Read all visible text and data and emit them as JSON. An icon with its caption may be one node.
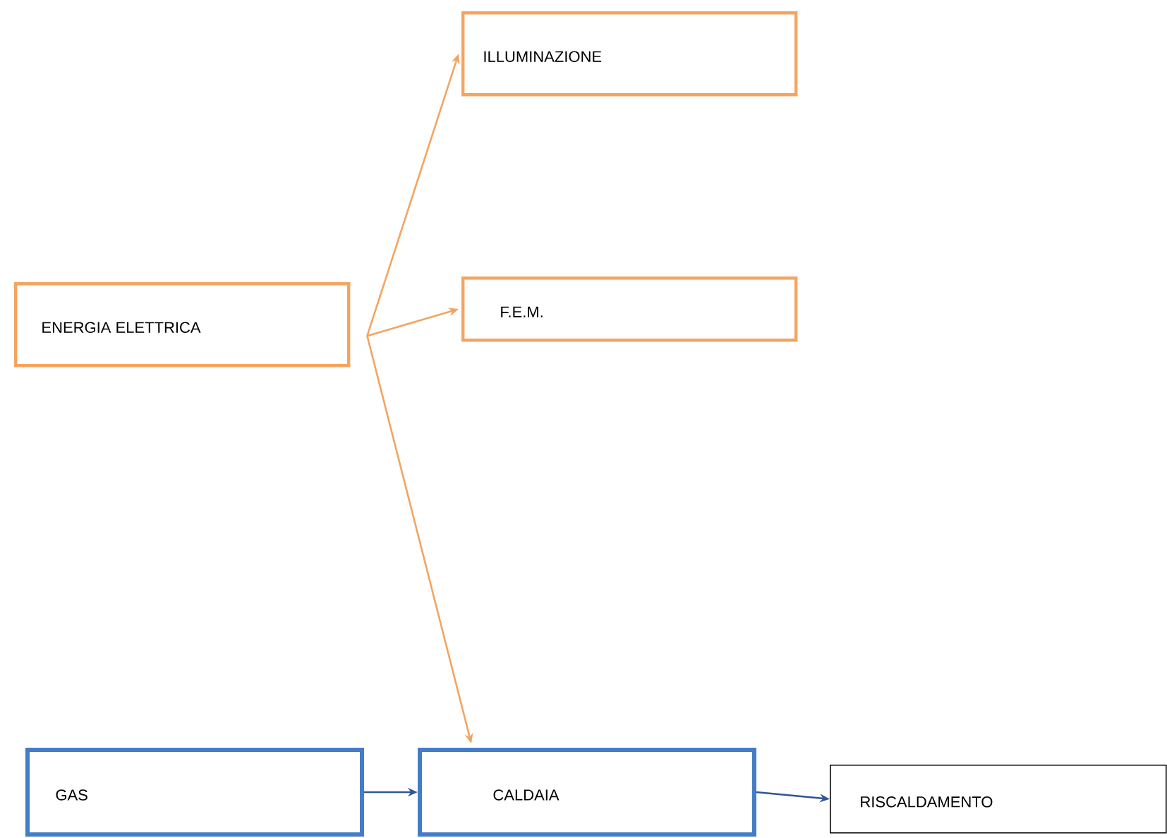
{
  "diagram": {
    "nodes": [
      {
        "text": [
          "ENERGIA ELETTRICA"
        ]
      },
      {
        "text": [
          "ILLUMINAZIONE"
        ]
      },
      {
        "text": [
          "F.E.M."
        ]
      },
      {
        "text": [
          "GAS"
        ]
      },
      {
        "text": [
          "CALDAIA"
        ]
      },
      {
        "text": [
          "RISCALDAMENTO"
        ]
      }
    ],
    "edges": [
      {
        "from": 0,
        "to": 1,
        "arrow": "to"
      },
      {
        "from": 0,
        "to": 2,
        "arrow": "to"
      },
      {
        "from": 0,
        "to": 4,
        "arrow": "to"
      },
      {
        "from": 3,
        "to": 4,
        "arrow": "to",
        "color": "#2f5597"
      },
      {
        "from": 4,
        "to": 5,
        "arrow": "to",
        "color": "#2f5597"
      }
    ]
  }
}
